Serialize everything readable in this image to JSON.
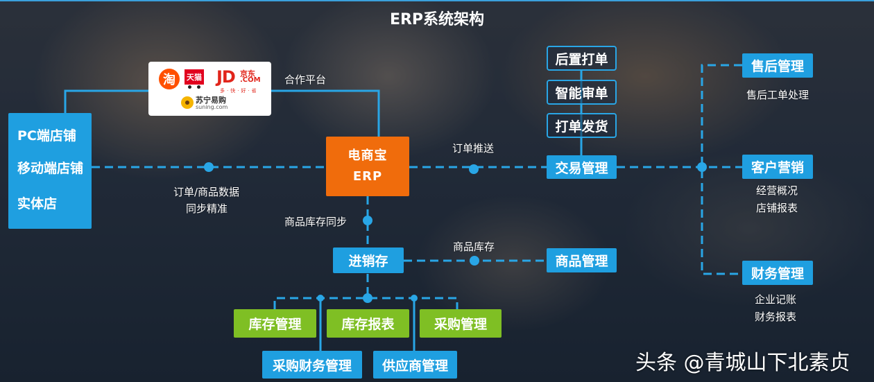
{
  "title": "ERP系统架构",
  "platforms": {
    "taobao": "淘",
    "tmall": "天猫",
    "jd": "JD",
    "jd_cn": "京东",
    "jd_com": ".COM",
    "jd_slogan": "多·快·好·省",
    "suning_cn": "苏宁易购",
    "suning_en": "suning.com"
  },
  "channels": [
    "PC端店铺",
    "移动端店铺",
    "实体店"
  ],
  "erp": {
    "line1": "电商宝",
    "line2": "ERP"
  },
  "order_ops": [
    "后置打单",
    "智能审单",
    "打单发货"
  ],
  "modules": {
    "trade": "交易管理",
    "inventory": "进销存",
    "product": "商品管理",
    "after_sales": "售后管理",
    "customer_marketing": "客户营销",
    "finance": "财务管理"
  },
  "inventory_children": {
    "stock_mgmt": "库存管理",
    "stock_report": "库存报表",
    "purchase_mgmt": "采购管理",
    "purchase_finance": "采购财务管理",
    "supplier_mgmt": "供应商管理"
  },
  "labels": {
    "partner_platform": "合作平台",
    "order_push": "订单推送",
    "order_sync_1": "订单/商品数据",
    "order_sync_2": "同步精准",
    "stock_sync": "商品库存同步",
    "product_stock": "商品库存",
    "after_sales_desc": "售后工单处理",
    "marketing_desc_1": "经营概况",
    "marketing_desc_2": "店铺报表",
    "finance_desc_1": "企业记账",
    "finance_desc_2": "财务报表"
  },
  "watermark": "头条 @青城山下北素贞",
  "colors": {
    "accent_blue": "#1f9fe0",
    "erp_orange": "#f06c0c",
    "module_green": "#7fbf24",
    "line_blue": "#29a6e6"
  }
}
